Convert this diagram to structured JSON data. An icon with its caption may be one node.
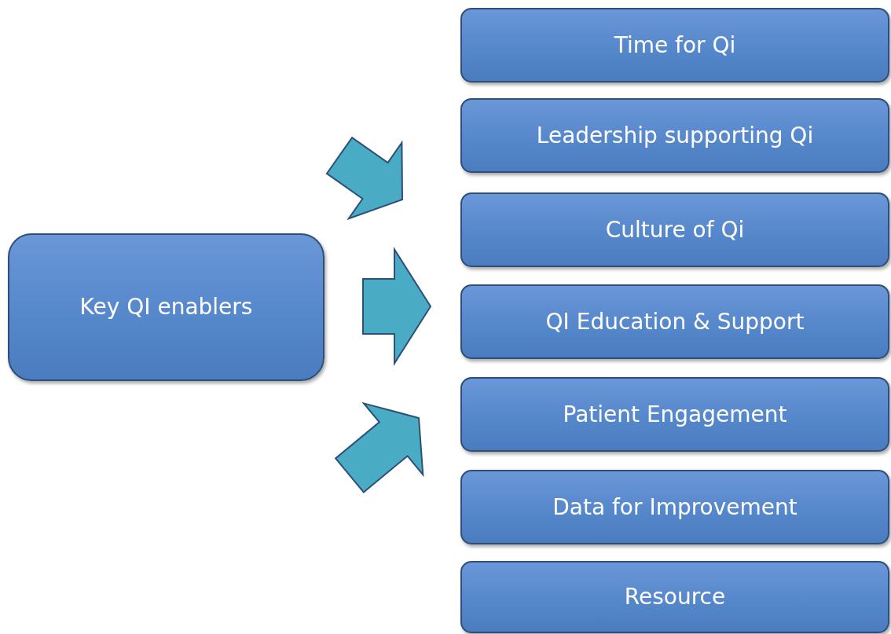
{
  "diagram": {
    "nodes": [
      {
        "text": [
          "Key QI enablers"
        ]
      },
      {
        "text": [
          "Time for Qi"
        ]
      },
      {
        "text": [
          "Leadership supporting Qi"
        ]
      },
      {
        "text": [
          "Culture of Qi"
        ]
      },
      {
        "text": [
          "QI Education & Support"
        ]
      },
      {
        "text": [
          "Patient Engagement"
        ]
      },
      {
        "text": [
          "Data for Improvement"
        ]
      },
      {
        "text": [
          "Resource"
        ]
      }
    ],
    "edges": [
      {
        "from": 0,
        "to": 2,
        "arrow": "to"
      },
      {
        "from": 0,
        "to": 4,
        "arrow": "to"
      },
      {
        "from": 0,
        "to": 5,
        "arrow": "to"
      }
    ]
  }
}
